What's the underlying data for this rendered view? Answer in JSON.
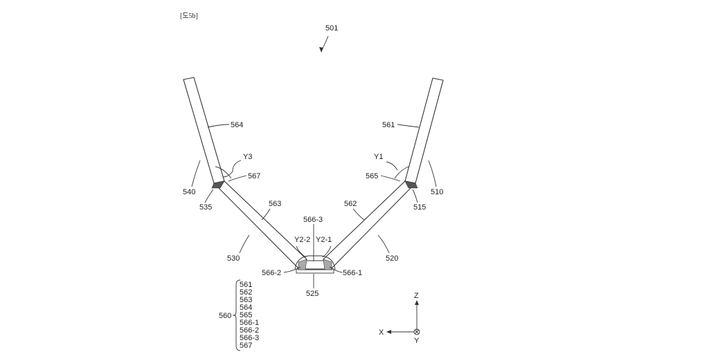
{
  "header": "[도5b]",
  "figure_ref": "501",
  "labels": {
    "l564": "564",
    "l561": "561",
    "lY3": "Y3",
    "lY1": "Y1",
    "l567": "567",
    "l565": "565",
    "l540": "540",
    "l510": "510",
    "l535": "535",
    "l515": "515",
    "l563": "563",
    "l562": "562",
    "l566_3": "566-3",
    "lY2_2": "Y2-2",
    "lY2_1": "Y2-1",
    "l530": "530",
    "l520": "520",
    "l566_2": "566-2",
    "l566_1": "566-1",
    "l525": "525"
  },
  "legend": {
    "group": "560",
    "items": [
      "561",
      "562",
      "563",
      "564",
      "565",
      "566-1",
      "566-2",
      "566-3",
      "567"
    ]
  },
  "axes": {
    "z": "Z",
    "x": "X",
    "y": "Y"
  }
}
